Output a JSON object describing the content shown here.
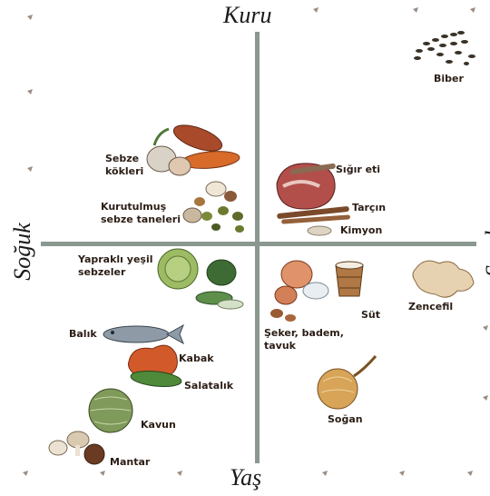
{
  "axes": {
    "top": "Kuru",
    "bottom": "Yaş",
    "left": "Soğuk",
    "right": "Sıcak"
  },
  "items": {
    "biber": "Biber",
    "sebze_kokleri": "Sebze\nkökleri",
    "kurutulmus": "Kurutulmuş\nsebze taneleri",
    "yaprakli": "Yapraklı yeşil\nsebzeler",
    "balik": "Balık",
    "kabak": "Kabak",
    "salatalik": "Salatalık",
    "kavun": "Kavun",
    "mantar": "Mantar",
    "sigir": "Sığır eti",
    "tarcin": "Tarçın",
    "kimyon": "Kimyon",
    "sut": "Süt",
    "zencefil": "Zencefil",
    "seker": "Şeker, badem,\ntavuk",
    "sogan": "Soğan"
  },
  "colors": {
    "axis": "#8a9890",
    "label": "#2b1d15"
  }
}
